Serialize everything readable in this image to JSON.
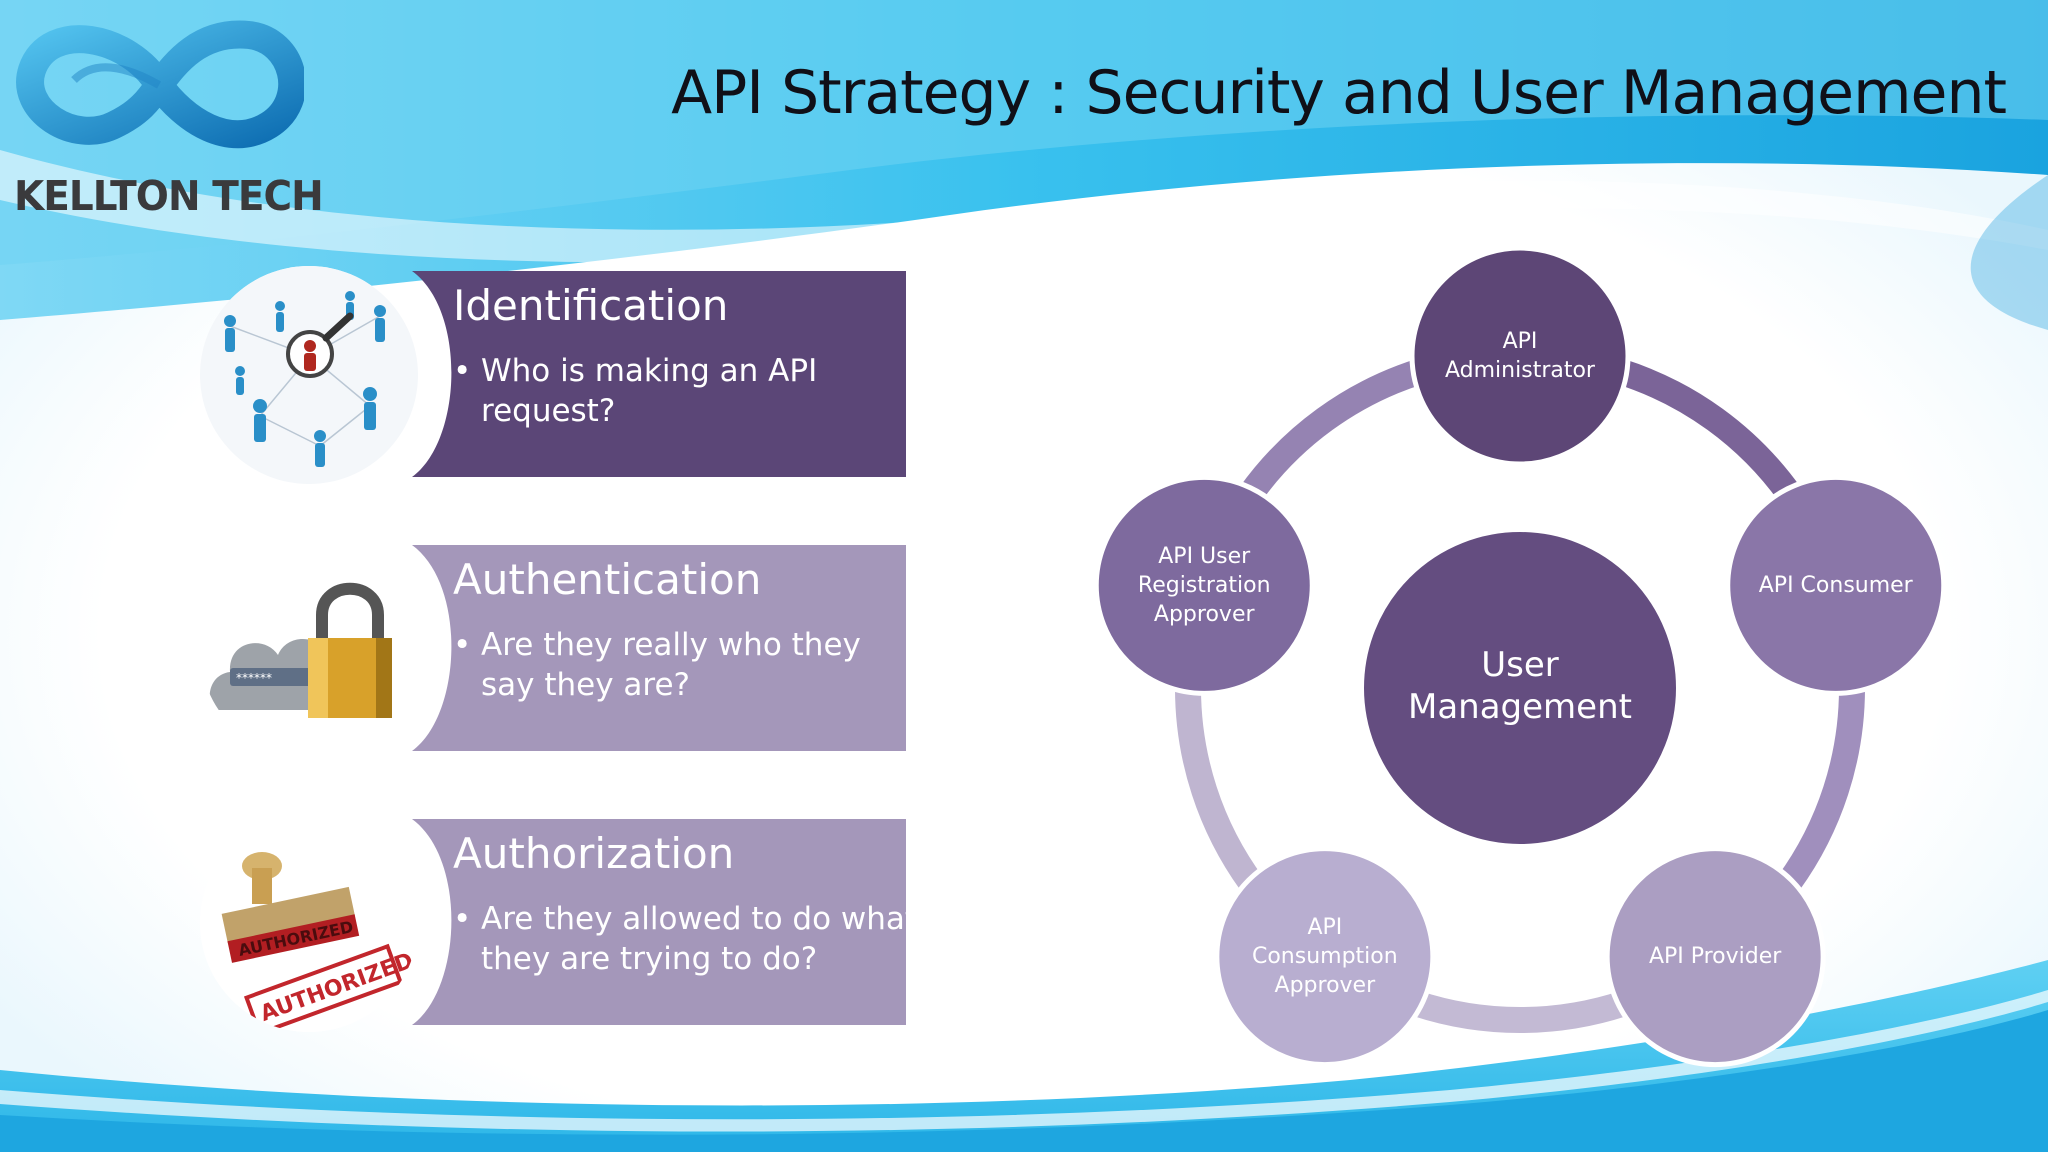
{
  "title": "API Strategy : Security and User Management",
  "logo": {
    "text": "KELLTON TECH"
  },
  "colors": {
    "panel_dark": "#5b4677",
    "panel_light": "#a497ba",
    "node_dark": "#5d4676",
    "ring_light": "#c3bad4",
    "sky_blue": "#2bb4e6"
  },
  "panels": [
    {
      "title": "Identification",
      "bullet": "Who is making an API request?",
      "image": "people-network-magnifier"
    },
    {
      "title": "Authentication",
      "bullet": "Are they really who they say they are?",
      "image": "cloud-password-padlock"
    },
    {
      "title": "Authorization",
      "bullet": "Are they allowed to do what they are trying to do?",
      "image": "authorized-stamp"
    }
  ],
  "cycle": {
    "center": "User Management",
    "nodes": [
      "API Administrator",
      "API Consumer",
      "API Provider",
      "API Consumption Approver",
      "API User Registration Approver"
    ]
  }
}
